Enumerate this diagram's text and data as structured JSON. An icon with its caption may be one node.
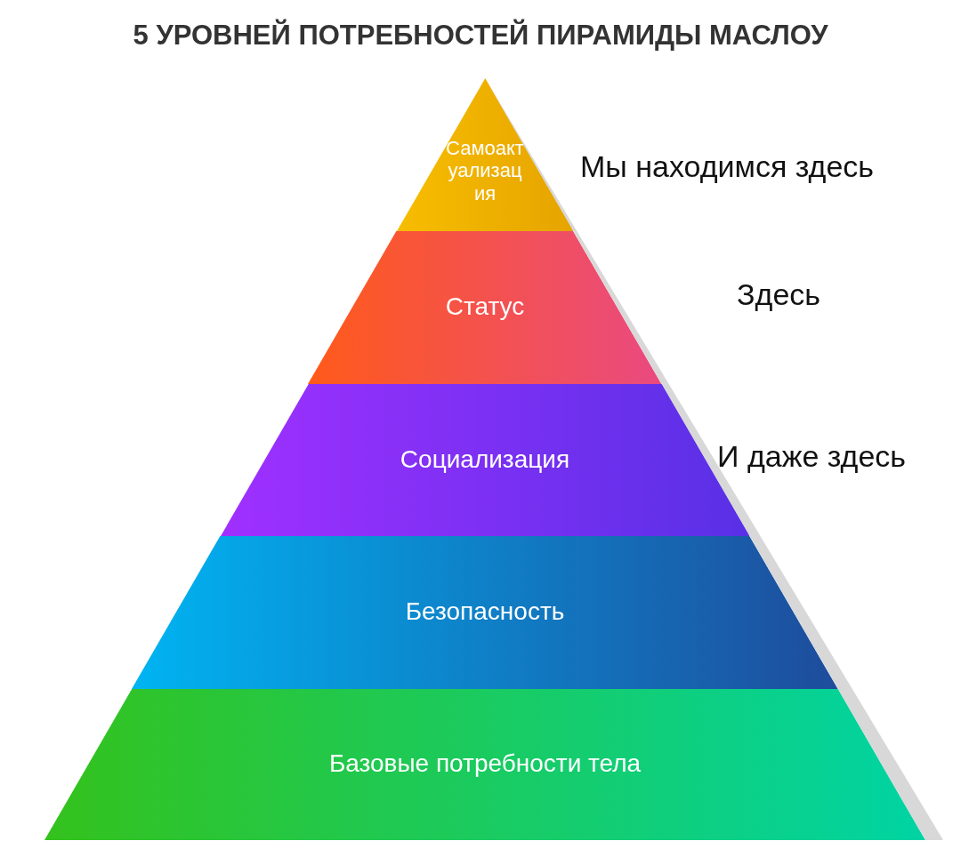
{
  "diagram": {
    "title": "5 УРОВНЕЙ ПОТРЕБНОСТЕЙ ПИРАМИДЫ МАСЛОУ",
    "nodes": [
      {
        "text": [
          "Самоактуализация"
        ],
        "beside": [
          "Мы находимся здесь"
        ]
      },
      {
        "text": [
          "Статус"
        ],
        "beside": [
          "Здесь"
        ]
      },
      {
        "text": [
          "Социализация"
        ],
        "beside": [
          "И даже здесь"
        ]
      },
      {
        "text": [
          "Безопасность"
        ]
      },
      {
        "text": [
          "Базовые потребности тела"
        ]
      }
    ]
  }
}
